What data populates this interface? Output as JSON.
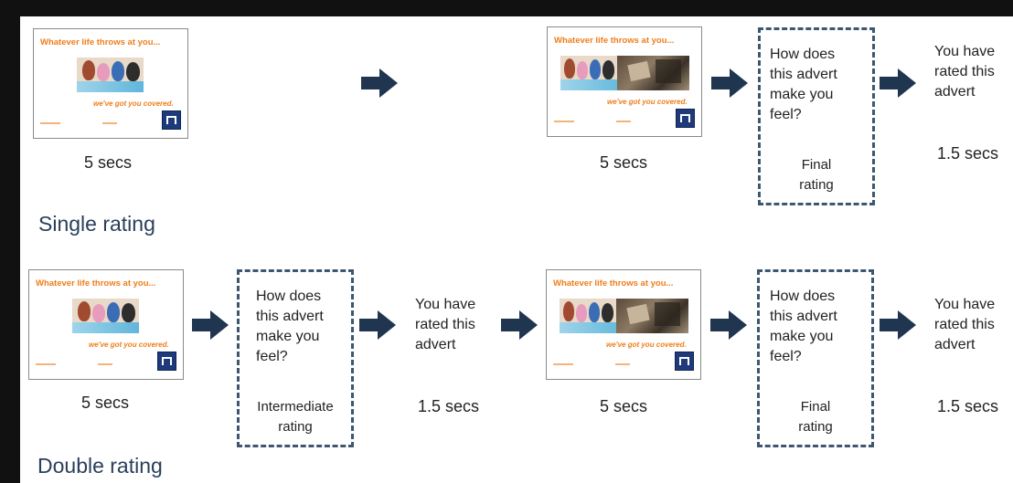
{
  "colors": {
    "dashed_border": "#3d5770",
    "arrow": "#1f3550",
    "ad_text": "#f07d1a",
    "heading": "#2a3f5a"
  },
  "advert": {
    "tagline": "Whatever life throws at you...",
    "covered": "we've got you covered.",
    "logo_icon": "bank-building-icon"
  },
  "rating_box": {
    "question_lines": [
      "How does",
      "this advert",
      "make you",
      "feel?"
    ],
    "final": [
      "Final",
      "rating"
    ],
    "intermediate": [
      "Intermediate",
      "rating"
    ]
  },
  "rated": {
    "lines": [
      "You have",
      "rated this",
      "advert"
    ]
  },
  "times": {
    "ad": "5 secs",
    "rating": "1.5 secs"
  },
  "sections": {
    "single": "Single rating",
    "double": "Double rating"
  }
}
